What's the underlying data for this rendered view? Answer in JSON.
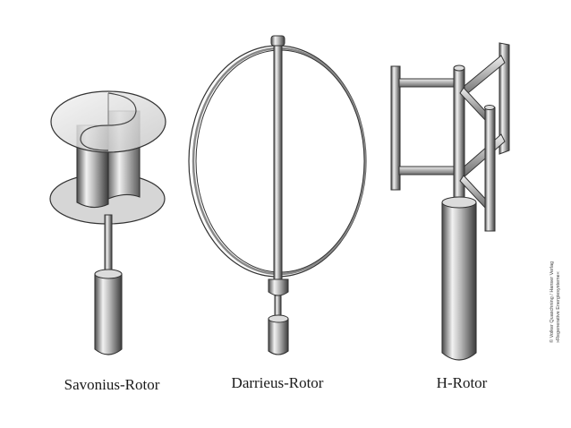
{
  "rotors": [
    {
      "id": "savonius",
      "label": "Savonius-Rotor"
    },
    {
      "id": "darrieus",
      "label": "Darrieus-Rotor"
    },
    {
      "id": "h",
      "label": "H-Rotor"
    }
  ],
  "credit": {
    "line1": "© Volker Quaschning / Hanser Verlag",
    "line2": "»Regenerative Energiesysteme«"
  }
}
